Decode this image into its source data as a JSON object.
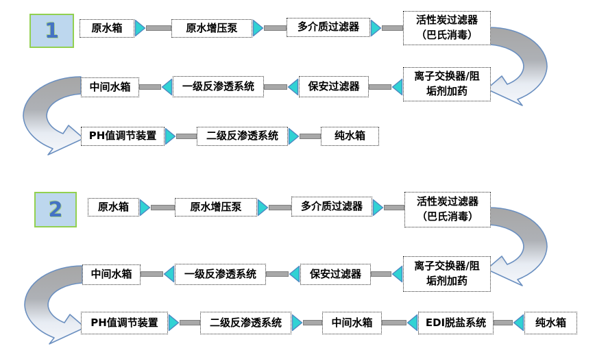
{
  "colors": {
    "triangle_fill": "#31D2D4",
    "triangle_stroke": "#4E86C0",
    "pipe_gray": "#A8A8A8",
    "badge_fill": "#BDD7EE",
    "badge_border": "#92D050",
    "badge_number_blue": "#4472C4",
    "curve_top_gray": "#ABABAB",
    "curve_bottom_light": "#F4F6FA",
    "curve_outline_blue": "#6A8FC0",
    "box_border": "#2B2B2B",
    "background": "#FFFFFF"
  },
  "flow1": {
    "badge": "1",
    "nodes": {
      "raw_tank": "原水箱",
      "booster_pump": "原水增压泵",
      "multimedia_filter": "多介质过滤器",
      "carbon_filter": "活性炭过滤器\n（巴氏消毒）",
      "ion_exchanger": "离子交换器/阻\n垢剂加药",
      "security_filter": "保安过滤器",
      "ro_stage1": "一级反渗透系统",
      "intermediate_tank": "中间水箱",
      "ph_adjustment": "PH值调节装置",
      "ro_stage2": "二级反渗透系统",
      "pure_water_tank": "纯水箱"
    }
  },
  "flow2": {
    "badge": "2",
    "nodes": {
      "raw_tank": "原水箱",
      "booster_pump": "原水增压泵",
      "multimedia_filter": "多介质过滤器",
      "carbon_filter": "活性炭过滤器\n（巴氏消毒）",
      "ion_exchanger": "离子交换器/阻\n垢剂加药",
      "security_filter": "保安过滤器",
      "ro_stage1": "一级反渗透系统",
      "intermediate_tank": "中间水箱",
      "ph_adjustment": "PH值调节装置",
      "ro_stage2": "二级反渗透系统",
      "intermediate_tank2": "中间水箱",
      "edi_system": "EDI脱盐系统",
      "pure_water_tank": "纯水箱"
    }
  }
}
